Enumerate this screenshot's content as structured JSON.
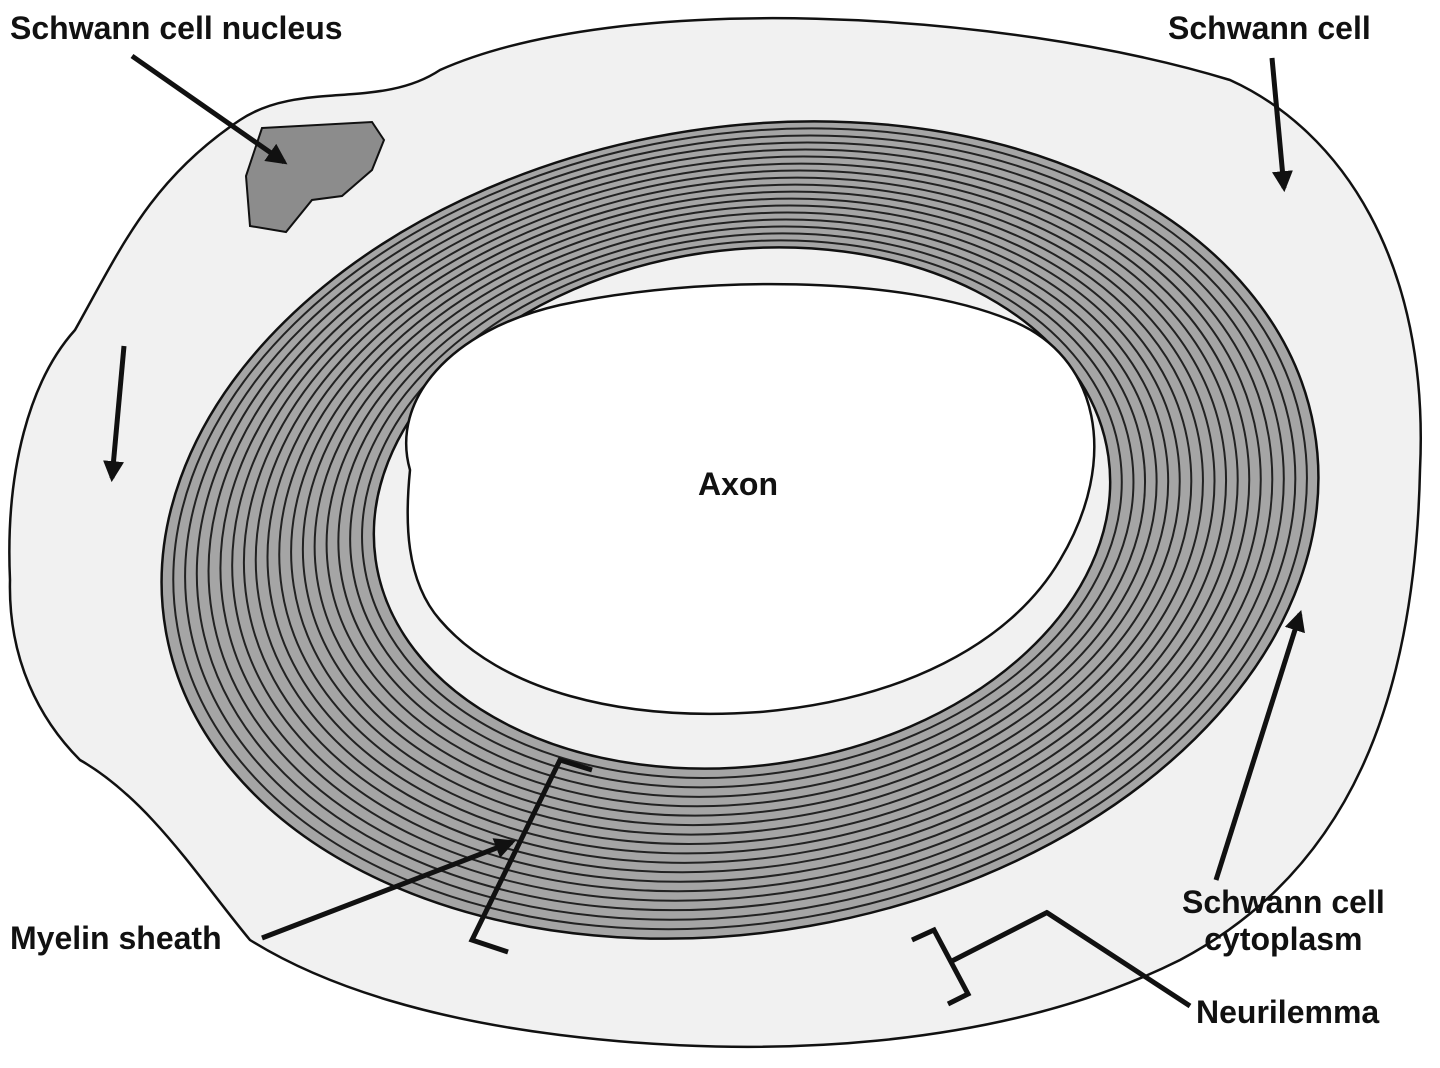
{
  "labels": {
    "schwann_cell_nucleus": "Schwann cell nucleus",
    "schwann_cell": "Schwann cell",
    "axon": "Axon",
    "myelin_sheath": "Myelin sheath",
    "schwann_cell_cytoplasm_line1": "Schwann cell",
    "schwann_cell_cytoplasm_line2": "cytoplasm",
    "neurilemma": "Neurilemma"
  },
  "colors": {
    "cytoplasm": "#f1f1f1",
    "myelin": "#a5a5a5",
    "nucleus": "#8c8c8c",
    "axon": "#ffffff",
    "outline": "#111111"
  }
}
